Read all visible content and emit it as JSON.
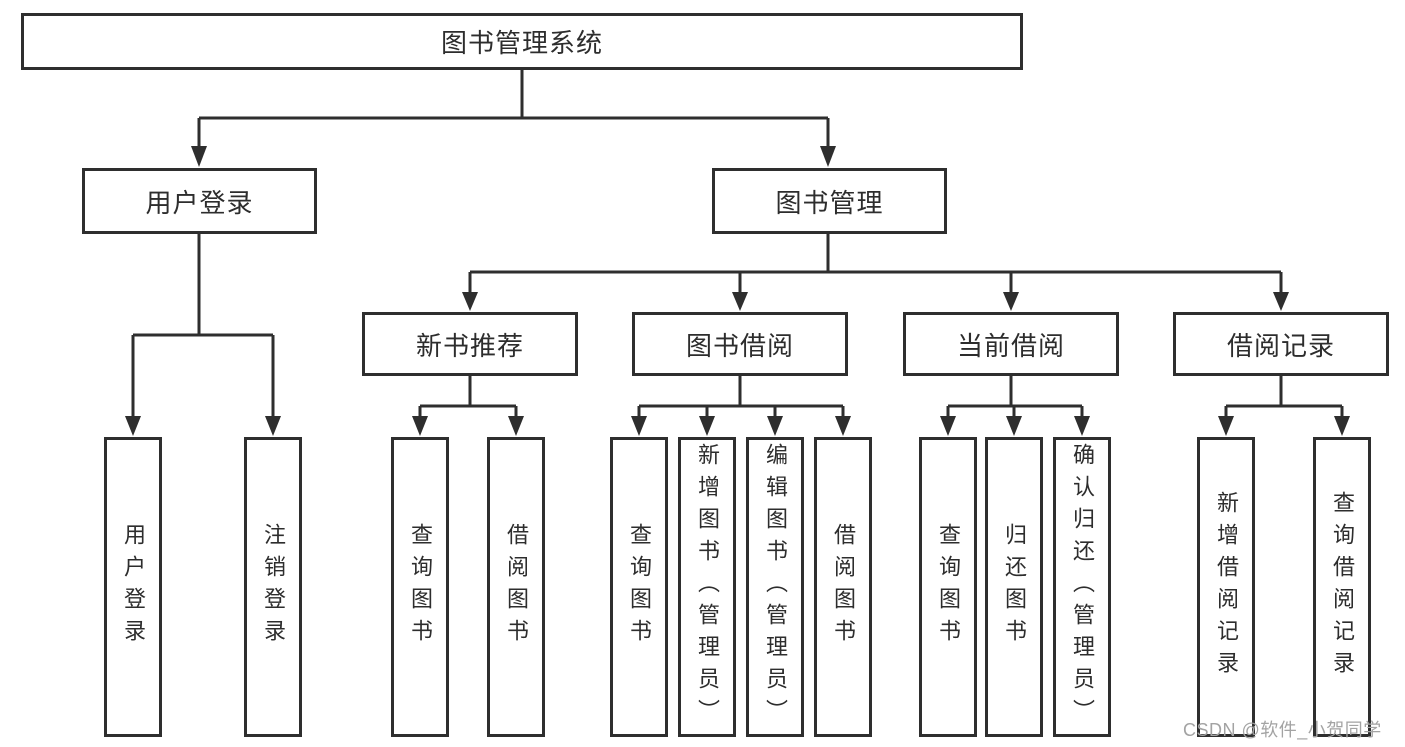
{
  "colors": {
    "line": "#2e2e2e",
    "text": "#2d2d2d",
    "box_fill": "#ffffff",
    "watermark": "#a3a3a3"
  },
  "tree": {
    "root": {
      "label": "图书管理系统"
    },
    "user_login": {
      "label": "用户登录",
      "children": [
        {
          "label": "用户登录"
        },
        {
          "label": "注销登录"
        }
      ]
    },
    "book_management": {
      "label": "图书管理",
      "sections": [
        {
          "label": "新书推荐",
          "children": [
            {
              "label": "查询图书"
            },
            {
              "label": "借阅图书"
            }
          ]
        },
        {
          "label": "图书借阅",
          "children": [
            {
              "label": "查询图书"
            },
            {
              "label": "新增图书（管理员）"
            },
            {
              "label": "编辑图书（管理员）"
            },
            {
              "label": "借阅图书"
            }
          ]
        },
        {
          "label": "当前借阅",
          "children": [
            {
              "label": "查询图书"
            },
            {
              "label": "归还图书"
            },
            {
              "label": "确认归还（管理员）"
            }
          ]
        },
        {
          "label": "借阅记录",
          "children": [
            {
              "label": "新增借阅记录"
            },
            {
              "label": "查询借阅记录"
            }
          ]
        }
      ]
    }
  },
  "watermark": {
    "text": "CSDN @软件_小贺同学"
  }
}
